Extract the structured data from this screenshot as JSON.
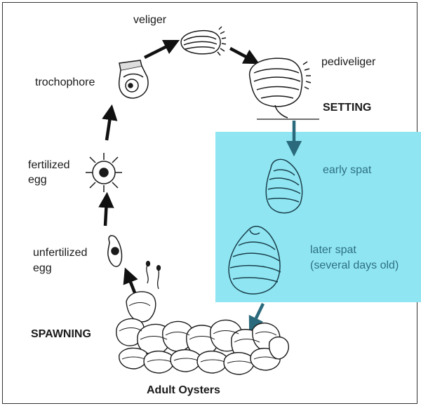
{
  "diagram": {
    "highlight_color": "#8fe6f2",
    "ink_color": "#1a1a1a",
    "spat_label_color": "#2f6f86",
    "stages": {
      "veliger": "veliger",
      "pediveliger": "pediveliger",
      "setting": "SETTING",
      "trochophore": "trochophore",
      "fertilized_egg_line1": "fertilized",
      "fertilized_egg_line2": "egg",
      "unfertilized_egg_line1": "unfertilized",
      "unfertilized_egg_line2": "egg",
      "early_spat": "early spat",
      "later_spat_line1": "later spat",
      "later_spat_line2": "(several days old)",
      "spawning": "SPAWNING",
      "adult_oysters": "Adult Oysters"
    }
  }
}
